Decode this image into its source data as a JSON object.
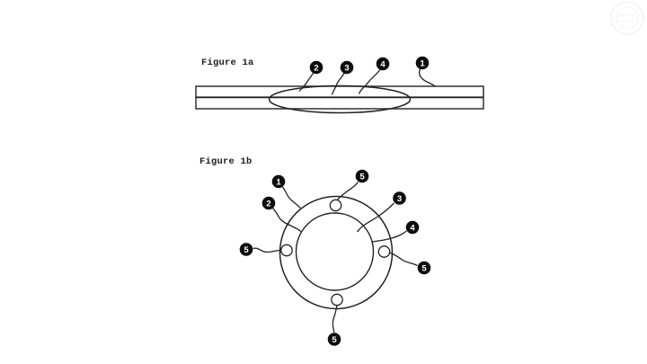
{
  "figure_1a": {
    "title": "Figure 1a",
    "callouts": [
      {
        "number": "2"
      },
      {
        "number": "3"
      },
      {
        "number": "4"
      },
      {
        "number": "1"
      }
    ]
  },
  "figure_1b": {
    "title": "Figure 1b",
    "callouts": [
      {
        "number": "1"
      },
      {
        "number": "2"
      },
      {
        "number": "5"
      },
      {
        "number": "3"
      },
      {
        "number": "4"
      },
      {
        "number": "5"
      },
      {
        "number": "5"
      },
      {
        "number": "5"
      }
    ]
  },
  "colors": {
    "background": "#ffffff",
    "line": "#222222",
    "callout_fill": "#0d0d0d",
    "callout_text": "#ffffff"
  }
}
